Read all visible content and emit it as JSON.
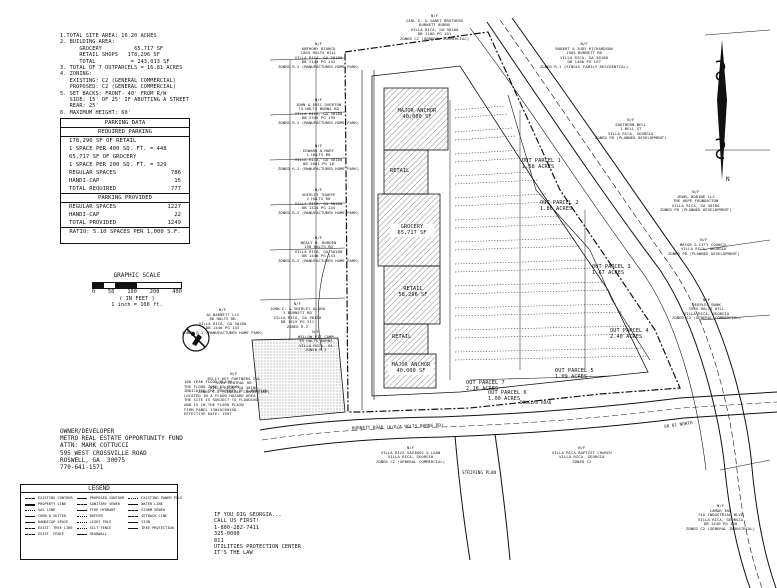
{
  "site_data": {
    "lines": [
      "1.TOTAL SITE AREA: 16.20 ACRES",
      "2. BUILDING AREA:",
      "      GROCERY          65,717 SF",
      "      RETAIL SHOPS   178,296 SF",
      "      TOTAL           = 243,013 SF",
      "3. TOTAL OF 7 OUTPARCELS = 16.81 ACRES",
      "4. ZONING:",
      "   EXISTING: C2 (GENERAL COMMERCIAL)",
      "   PROPOSED: C2 (GENERAL COMMERCIAL)",
      "5. SET BACKS: FRONT- 40' FROM R/W",
      "   SIDE: 15' OF 25' IF ABUTTING A STREET",
      "   REAR: 25'",
      "6. MAXIMUM HEIGHT: 60'"
    ]
  },
  "parking": {
    "title": "PARKING DATA",
    "required_head": "REQUIRED PARKING",
    "required_lines": [
      "178,296 SF OF RETAIL",
      "1 SPACE PER 400 SQ. FT. = 448",
      "65,717 SF OF GROCERY",
      "1 SPACE PER 200 SQ. FT. = 329"
    ],
    "required_rows": [
      {
        "label": "REGULAR SPACES",
        "value": "786"
      },
      {
        "label": "HANDI-CAP",
        "value": "15"
      },
      {
        "label": "TOTAL REQUIRED",
        "value": "777"
      }
    ],
    "provided_head": "PARKING PROVIDED",
    "provided_rows": [
      {
        "label": "REGULAR SPACES",
        "value": "1227"
      },
      {
        "label": "HANDI-CAP",
        "value": "22"
      },
      {
        "label": "TOTAL PROVIDED",
        "value": "1249"
      }
    ],
    "ratio": "RATIO: 5.10 SPACES PER 1,000 S.F."
  },
  "graphic_scale": {
    "title": "GRAPHIC SCALE",
    "ticks": [
      "0",
      "50",
      "100",
      "200",
      "400"
    ],
    "unit": "( IN FEET )",
    "note": "1 inch = 100 ft."
  },
  "buildings": {
    "major_anchor_top": "MAJOR ANCHOR\n40,000 SF",
    "grocery": "GROCERY\n65,717 SF",
    "retail_a": "RETAIL\n58,296 SF",
    "major_anchor_bottom": "MAJOR ANCHOR\n40,000 SF",
    "mid_a": "RETAIL",
    "mid_b": "RETAIL"
  },
  "outparcels": [
    {
      "label": "OUT PARCEL 1",
      "area": "1.58 ACRES"
    },
    {
      "label": "OUT PARCEL 2",
      "area": "1.80 ACRES"
    },
    {
      "label": "OUT PARCEL 3",
      "area": "1.67 ACRES"
    },
    {
      "label": "OUT PARCEL 4",
      "area": "2.40 ACRES"
    },
    {
      "label": "OUT PARCEL 5",
      "area": "1.09 ACRES"
    },
    {
      "label": "OUT PARCEL 6",
      "area": "1.00 ACRES"
    },
    {
      "label": "OUT PARCEL 7",
      "area": "2.16 ACRES"
    }
  ],
  "owners_left": [
    "N/F\nANTHONY BIANCO\n1965 HOLTS HILL\nVILLA RICA, GA 30180\nDB 2144 PG 233\nZONED R-2 (MANUFACTURED HOME PARK)",
    "N/F\nJOHN & ERIC OVERTON\n74 HOLTS BURNS RD\nVILLA RICA, GA 30180\nDB 2345 PG 195\nZONED R-2 (MANUFACTURED HOME PARK)",
    "N/F\nEDWARD & MARY\n1 HOLTS RD\nVILLA RICA, GA 30180\nDB 1001 PG 16\nZONED R-2 (MANUFACTURED HOME PARK)",
    "N/F\nSHIRLEY THARPE\n2 HOLTS RD\nVILLA RICA, GA 30180\nDB 1414 PG 144\nZONED R-2 (MANUFACTURED HOME PARK)",
    "N/F\nNEALY M. BURDEN\n150 HOLTS RD\nVILLA RICA, GA 30180\nDB 1440 PG 143\nZONED R-2 (MANUFACTURED HOME PARK)",
    "N/F\nJOHN C. & SHIRLEY ALDEN\n1 BURNETT RD\nVILLA RICA, GA 30180\nDB 1919 PG 211\nZONED R-2",
    "N/F\nJO BARNETT LLC\n66 HOLTS RD\nVILLA RICA, GA 30180\nDB 1440 PG 143\nZONED R-2 (MANUFACTURED HOME PARK)",
    "N/F\nWILLOW PIT CAMP\n95 HOLTS BURNS\nVILLA RICA, GA\nZONED R-2",
    "N/F\nBILLY KEY PARTNERS INC\n1963 CENTRAL RD\nVILLA RICA, GA 30180\nZONED C-2 (GENERAL COMMERCIAL)"
  ],
  "owners_top": [
    "N/F\nCARL S. & JANET BROTHERS\nBURNETT BURNS\nVILLA RICA, GA 30180\nDB 1100 PG 101\nZONED C2 (GENERAL COMMERCIAL)",
    "N/F\nROBERT & JUDY RICHARDSON\n1965 BURNETT RD\nVILLA RICA, GA 30180\nDB 1480 PG 197\nZONED R-1 (SINGLE FAMILY RESIDENTIAL)"
  ],
  "owners_right": [
    "N/F\nSOUTHERN BELL\n1 BELL ST\nVILLA RICA, GEORGIA\nZONED PD (PLANNED DEVELOPMENT)",
    "N/F\nJEWEL BODINE LLC\nTHE HOPE FOUNDATION\nVILLA RICA, GA 30180\nZONED PD (PLANNED DEVELOPMENT)",
    "N/F\nMAYOR & CITY COUNCIL\nVILLA RICA, GEORGIA\nZONED PD (PLANNED DEVELOPMENT)",
    "N/F\nPEOPLES BANK\n1965 HOLTS HILL\nVILLA RICA, GEORGIA\nZONED C2 (GENERAL COMMERCIAL)",
    "N/F\nLAMAR INC\n740 INDUSTRIAL BLVD\nVILLA RICA, GEORGIA\nDB 1440 PG 100\nZONED C2 (GENERAL INDUSTRIAL)"
  ],
  "owners_bottom": [
    "N/F\nVILLA RICA SAVINGS & LOAN\nVILLA RICA, GEORGIA\nZONED C2 (GENERAL COMMERCIAL)",
    "N/F\nVILLA RICA BAPTIST CHURCH\nVILLA RICA, GEORGIA\nZONED C2"
  ],
  "flood_note": "100 YEAR FLOOD PLAIN\nTHE FLOOD ZONE IS SHOWN\nINDICATES THE PROPERTY OF A PORTION\nLOCATED IN A FLOOD HAZARD AREA\nTHE SITE IS SUBJECT TO FLOODING\nAND IS IN THE FLOOD PLAIN\nFIRM PANEL 13045C0045D\nEFFECTIVE DATE: 1997",
  "owner_dev": {
    "lines": [
      "OWNER/DEVELOPER",
      "METRO REAL ESTATE OPPORTUNITY FUND",
      "ATTN: MARK COTTUCCI",
      "595 WEST CROSSVILLE ROAD",
      "ROSWELL, GA  30075",
      "770-641-1571"
    ]
  },
  "roads": {
    "main": "BURNETT ROAD (A/K/A HOLTS BURNS RD)",
    "dir": "SR 61 NORTH",
    "west": "DOUGLAS ROAD",
    "south": "STRIPING PLAN"
  },
  "utilities": {
    "lines": [
      "IF YOU DIG GEORGIA...",
      "CALL US FIRST!",
      "1-800-282-7411",
      "325-0000",
      "811",
      "UTILITIES PROTECTION CENTER",
      "IT'S THE LAW"
    ]
  },
  "legend": {
    "title": "LEGEND",
    "items": [
      "EXISTING CONTOUR",
      "PROPOSED CONTOUR",
      "EXISTING POWER POLE",
      "PROPERTY LINE",
      "SANITARY SEWER",
      "WATER LINE",
      "GAS LINE",
      "FIRE HYDRANT",
      "STORM SEWER",
      "CURB & GUTTER",
      "BUFFER",
      "SETBACK LINE",
      "HANDICAP SPACE",
      "LIGHT POLE",
      "SIGN",
      "EXIST. TREE LINE",
      "SILT FENCE",
      "TREE PROTECTION",
      "EXIST. FENCE",
      "HEADWALL"
    ]
  },
  "north_arrow": "N"
}
